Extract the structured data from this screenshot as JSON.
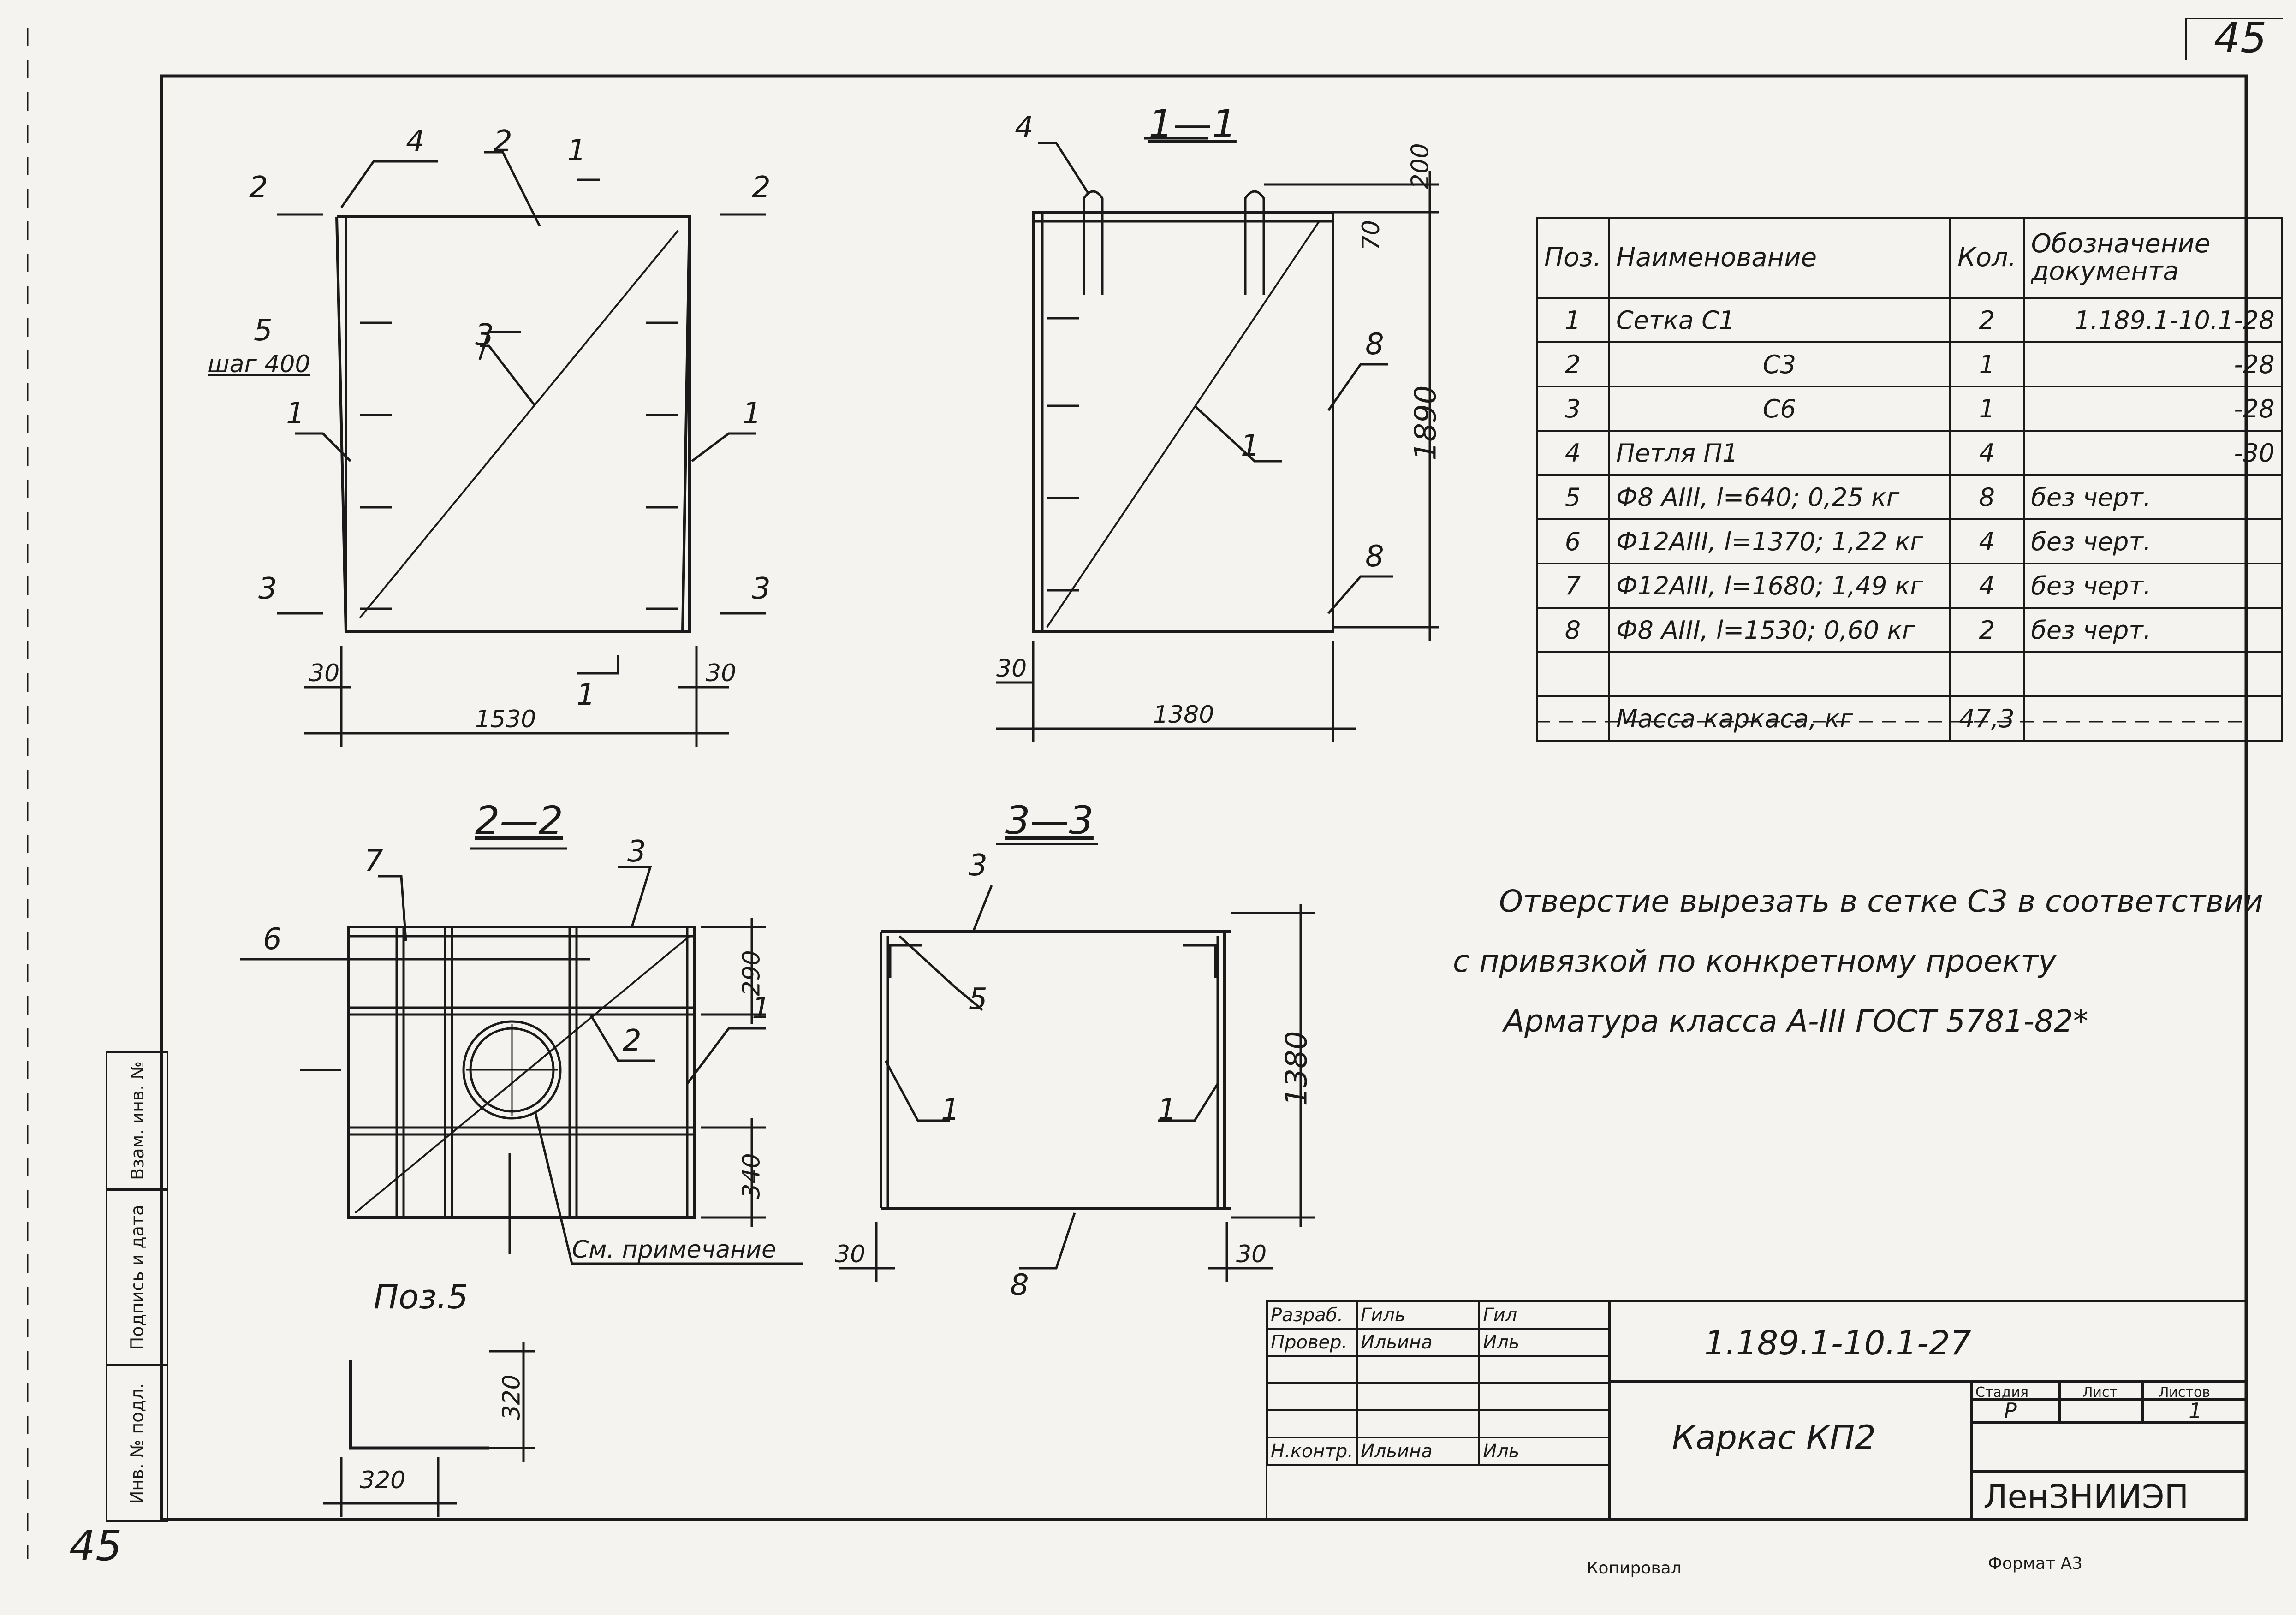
{
  "sheet": {
    "page_number_top": "45",
    "page_number_bottom": "45"
  },
  "views": {
    "plan": {
      "labels": {
        "pos4": "4",
        "pos2": "2",
        "pos5": "5",
        "step": "шаг 400",
        "pos3": "3",
        "pos1_left": "1",
        "pos1_right": "1"
      },
      "section_marks": {
        "s2_left": "2",
        "s2_right": "2",
        "s3_left": "3",
        "s3_right": "3",
        "s1_top": "1",
        "s1_bottom": "1"
      },
      "dims": {
        "left_offset": "30",
        "right_offset": "30",
        "width": "1530"
      }
    },
    "section_1_1": {
      "title": "1—1",
      "labels": {
        "pos4": "4",
        "pos8_top": "8",
        "pos1": "1",
        "pos8_bottom": "8"
      },
      "dims": {
        "top_200": "200",
        "top_70": "70",
        "height": "1890",
        "offset": "30",
        "width": "1380"
      }
    },
    "section_2_2": {
      "title": "2—2",
      "labels": {
        "pos7": "7",
        "pos3": "3",
        "pos6": "6",
        "pos2": "2",
        "pos1": "1"
      },
      "dims": {
        "top": "290",
        "bottom": "340"
      },
      "note_ref": "См. примечание"
    },
    "section_3_3": {
      "title": "3—3",
      "labels": {
        "pos3": "3",
        "pos5": "5",
        "pos1_left": "1",
        "pos1_right": "1",
        "pos8": "8"
      },
      "dims": {
        "height": "1380",
        "left_offset": "30",
        "right_offset": "30"
      }
    },
    "pos5_detail": {
      "title": "Поз.5",
      "dims": {
        "height": "320",
        "width": "320"
      }
    }
  },
  "spec_table": {
    "headers": [
      "Поз.",
      "Наименование",
      "Кол.",
      "Обозначение документа"
    ],
    "rows": [
      [
        "1",
        "Сетка С1",
        "2",
        "1.189.1-10.1-28"
      ],
      [
        "2",
        "С3",
        "1",
        "-28"
      ],
      [
        "3",
        "С6",
        "1",
        "-28"
      ],
      [
        "4",
        "Петля П1",
        "4",
        "-30"
      ],
      [
        "5",
        "Ф8 АIII, l=640; 0,25 кг",
        "8",
        "без черт."
      ],
      [
        "6",
        "Ф12АIII, l=1370; 1,22 кг",
        "4",
        "без черт."
      ],
      [
        "7",
        "Ф12АIII, l=1680; 1,49 кг",
        "4",
        "без черт."
      ],
      [
        "8",
        "Ф8 АIII, l=1530; 0,60 кг",
        "2",
        "без черт."
      ],
      [
        "",
        "",
        "",
        ""
      ],
      [
        "",
        "Масса каркаса, кг",
        "47,3",
        ""
      ]
    ]
  },
  "notes": [
    "Отверстие вырезать в сетке С3 в соответствии",
    "с привязкой по конкретному проекту",
    "Арматура класса А-III ГОСТ 5781-82*"
  ],
  "title_block": {
    "roles": [
      {
        "role": "Разраб.",
        "name": "Гиль",
        "sign": "Гил"
      },
      {
        "role": "Провер.",
        "name": "Ильина",
        "sign": "Иль"
      },
      {
        "role": "",
        "name": "",
        "sign": ""
      },
      {
        "role": "",
        "name": "",
        "sign": ""
      },
      {
        "role": "",
        "name": "",
        "sign": ""
      },
      {
        "role": "Н.контр.",
        "name": "Ильина",
        "sign": "Иль"
      }
    ],
    "document_code": "1.189.1-10.1-27",
    "drawing_name": "Каркас КП2",
    "stage_header": "Стадия",
    "sheet_header": "Лист",
    "sheets_header": "Листов",
    "stage": "Р",
    "sheets": "1",
    "organization": "ЛенЗНИИЭП"
  },
  "footer": {
    "copied": "Копировал",
    "format": "Формат А3"
  },
  "side_strip": {
    "cells": [
      "Взам. инв. №",
      "Подпись и дата",
      "Инв. № подл."
    ]
  }
}
